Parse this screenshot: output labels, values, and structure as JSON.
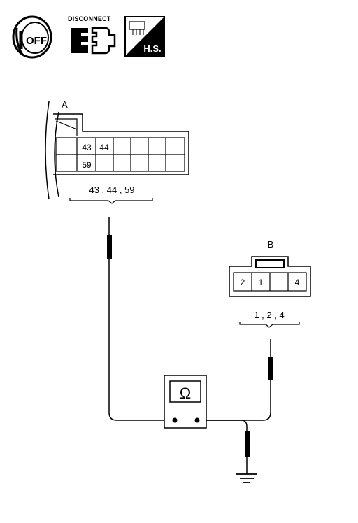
{
  "icons": {
    "ignition": {
      "label": "OFF",
      "name": "ignition-off-icon"
    },
    "disconnect": {
      "label": "DISCONNECT",
      "name": "disconnect-connector-icon"
    },
    "harness_side": {
      "label": "H.S.",
      "name": "harness-side-icon"
    }
  },
  "connector_a": {
    "label": "A",
    "cells": [
      "43",
      "44",
      "59"
    ],
    "terminals_caption": "43 , 44 , 59"
  },
  "connector_b": {
    "label": "B",
    "cells": [
      "2",
      "1",
      "4"
    ],
    "terminals_caption": "1 , 2 , 4"
  },
  "meter": {
    "symbol": "Ω",
    "icon": "ohmmeter-icon"
  },
  "ground": {
    "icon": "ground-symbol-icon"
  }
}
